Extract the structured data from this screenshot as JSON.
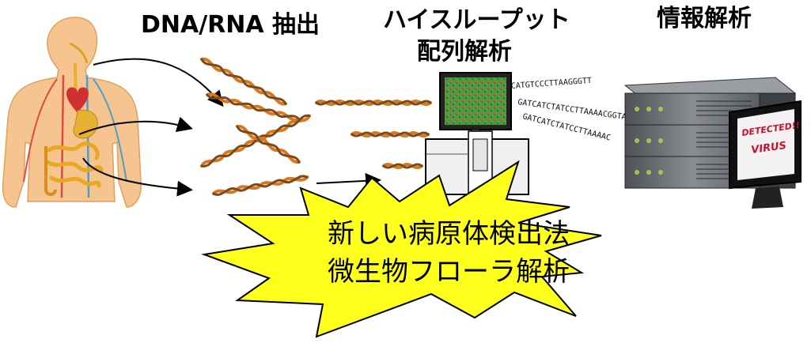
{
  "steps": {
    "extraction": "DNA/RNA 抽出",
    "sequencing_line1": "ハイスループット",
    "sequencing_line2": "配列解析",
    "analysis": "情報解析"
  },
  "highlight": {
    "line1": "新しい病原体検出法",
    "line2": "微生物フローラ解析"
  },
  "sequences": [
    "CATGTCCCTTAAGGGTT",
    "GATCATCTATCCTTAAAACGGTA",
    "GATCATCTATCCTTAAAAC"
  ],
  "monitor_badge": {
    "line1": "DETECTED!!",
    "line2": "VIRUS"
  },
  "colors": {
    "burst_fill": "#ffff1e",
    "body_skin": "#f6c48f",
    "dna_orange": "#d9781f",
    "dna_brown": "#7a4a1c",
    "screen_green": "#3f8f3a",
    "server_gray": "#6b6e73"
  }
}
